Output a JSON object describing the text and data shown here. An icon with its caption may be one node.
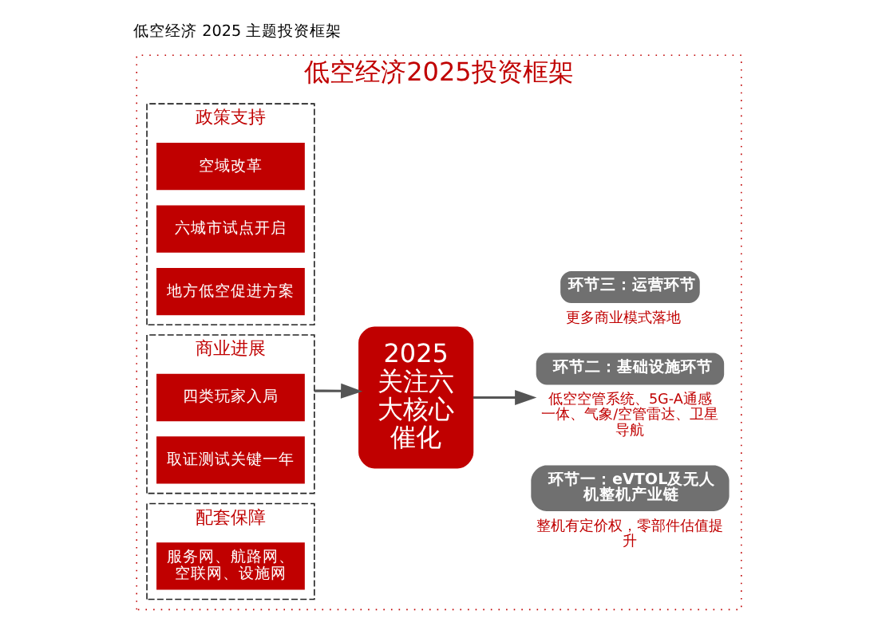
{
  "diagram": {
    "title": "低空经济 2025 主题投资框架",
    "nodes": [
      {
        "text": [
          "低空经济2025投资框架"
        ]
      },
      {
        "text": [
          "政策支持"
        ],
        "in": 0
      },
      {
        "text": [
          "空域改革"
        ],
        "in": 1
      },
      {
        "text": [
          "六城市试点开启"
        ],
        "in": 1
      },
      {
        "text": [
          "地方低空促进方案"
        ],
        "in": 1
      },
      {
        "text": [
          "商业进展"
        ],
        "in": 0
      },
      {
        "text": [
          "四类玩家入局"
        ],
        "in": 5
      },
      {
        "text": [
          "取证测试关键一年"
        ],
        "in": 5
      },
      {
        "text": [
          "配套保障"
        ],
        "in": 0
      },
      {
        "text": [
          "服务网、航路网、空联网、设施网"
        ],
        "in": 8
      },
      {
        "text": [
          "2025 关注六大核心催化"
        ],
        "in": 0
      },
      {
        "text": [
          "环节一：eVTOL及无人机整机产业链"
        ],
        "in": 0,
        "beside": [
          "整机有定价权，零部件估值提升"
        ]
      },
      {
        "text": [
          "环节二：基础设施环节"
        ],
        "in": 0,
        "beside": [
          "低空空管系统、5G-A通感一体、气象/空管雷达、卫星导航"
        ]
      },
      {
        "text": [
          "环节三：运营环节"
        ],
        "in": 0,
        "beside": [
          "更多商业模式落地"
        ]
      }
    ],
    "edges": [
      {
        "from": 5,
        "to": 10,
        "arrow": "to"
      },
      {
        "from": 10,
        "to": 12,
        "arrow": "to"
      }
    ]
  }
}
